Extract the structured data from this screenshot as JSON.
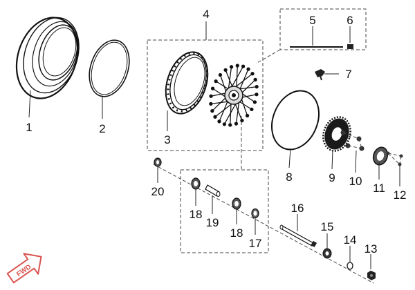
{
  "diagram": {
    "labels": {
      "l1": "1",
      "l2": "2",
      "l3": "3",
      "l4": "4",
      "l5": "5",
      "l6": "6",
      "l7": "7",
      "l8": "8",
      "l9": "9",
      "l10": "10",
      "l11": "11",
      "l12": "12",
      "l13": "13",
      "l14": "14",
      "l15": "15",
      "l16": "16",
      "l17": "17",
      "l18a": "18",
      "l18b": "18",
      "l19": "19",
      "l20": "20"
    },
    "fwd_badge": "FWD",
    "colors": {
      "ink": "#111111",
      "fwd_red": "#d9534f"
    }
  }
}
